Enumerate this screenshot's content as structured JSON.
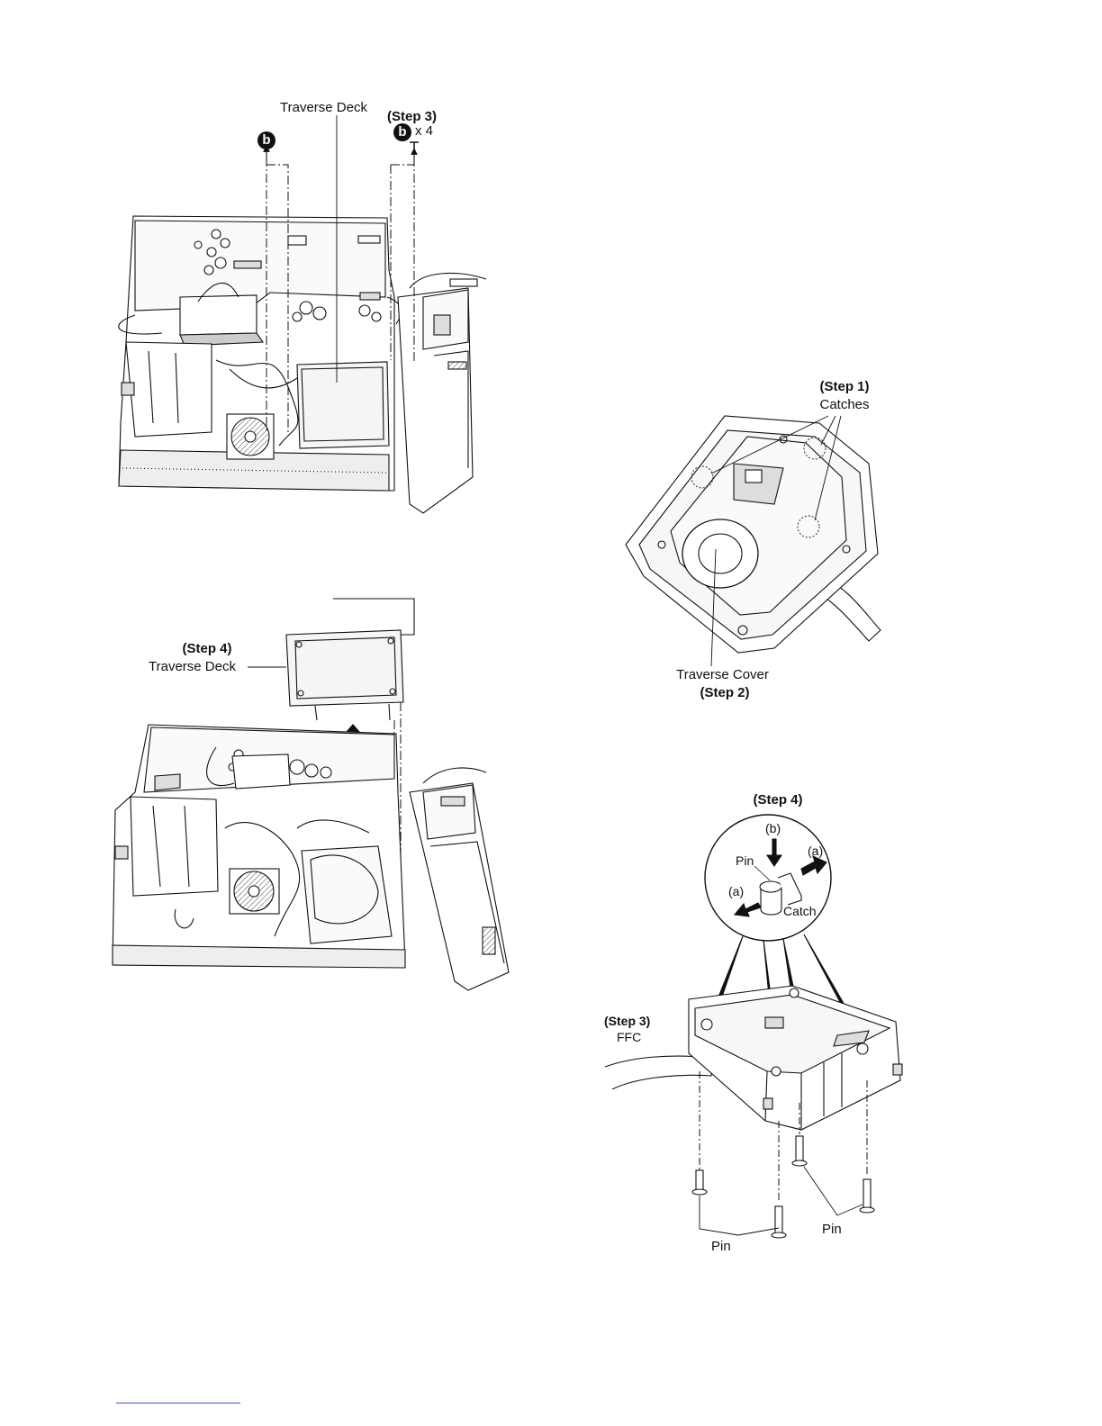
{
  "figures": {
    "fig1": {
      "traverse_deck": "Traverse Deck",
      "step3": "(Step 3)",
      "screw_marker": "b",
      "screw_count": "x 4"
    },
    "fig2": {
      "step4": "(Step 4)",
      "traverse_deck": "Traverse Deck"
    },
    "fig3": {
      "step1": "(Step 1)",
      "catches": "Catches",
      "traverse_cover": "Traverse Cover",
      "step2": "(Step 2)"
    },
    "fig4": {
      "step4": "(Step 4)",
      "b": "(b)",
      "a": "(a)",
      "pin": "Pin",
      "catch": "Catch",
      "step3": "(Step 3)",
      "ffc": "FFC"
    }
  }
}
